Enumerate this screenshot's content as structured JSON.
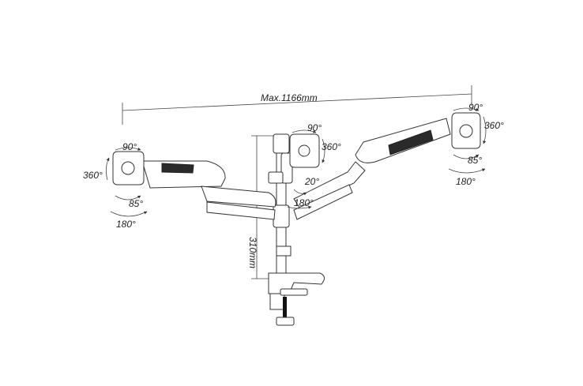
{
  "width_label": "Max.1166mm",
  "height_label": "310mm",
  "left_head": {
    "tilt": "90°",
    "rotate": "360°",
    "swivel": "85°",
    "pan": "180°"
  },
  "center_head": {
    "tilt": "90°",
    "rotate": "360°",
    "arm_tilt": "20°",
    "arm_swing": "180°"
  },
  "right_head": {
    "tilt": "90°",
    "rotate": "360°",
    "swivel": "85°",
    "pan": "180°"
  }
}
